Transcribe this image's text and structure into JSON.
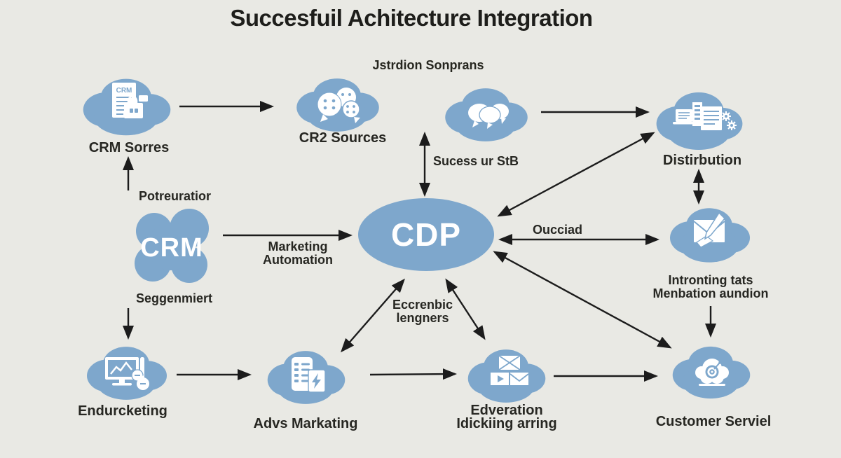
{
  "title": "Succesfuil Achitecture Integration",
  "subtitle": "Jstrdion Sonprans",
  "colors": {
    "background": "#e9e9e4",
    "cloud_blue": "#7ea7cc",
    "icon_white": "#ffffff",
    "arrow_black": "#1c1c1c",
    "text_dark": "#272722"
  },
  "nodes": {
    "crm_sorres": {
      "label": "CRM Sorres",
      "doc_text": "CRM",
      "icon": "crm-document-icon"
    },
    "cr2_sources": {
      "label": "CR2 Sources",
      "icon": "chat-dots-icon"
    },
    "speech": {
      "icon": "speech-bubbles-icon"
    },
    "distirbution": {
      "label": "Distirbution",
      "icon": "laptop-documents-gears-icon"
    },
    "crm": {
      "label": "CRM",
      "caption_above": "Potreuratior",
      "caption_below": "Seggenmiert"
    },
    "cdp": {
      "label": "CDP"
    },
    "intronting": {
      "label_line1": "Intronting tats",
      "label_line2": "Menbation aundion",
      "icon": "envelope-pen-icon"
    },
    "endurcketing": {
      "label": "Endurcketing",
      "icon": "monitor-chart-icon"
    },
    "advs_markating": {
      "label": "Advs Markating",
      "icon": "phone-lightning-icon"
    },
    "edveration": {
      "label_line1": "Edveration",
      "label_line2": "Idickiing arring",
      "icon": "envelopes-icon"
    },
    "customer_serviel": {
      "label": "Customer Serviel",
      "icon": "target-cloud-icon"
    }
  },
  "edge_labels": {
    "sucess": "Sucess ur StB",
    "oucciad": "Oucciad",
    "marketing_line1": "Marketing",
    "marketing_line2": "Automation",
    "eccrenbic_line1": "Eccrenbic",
    "eccrenbic_line2": "lengners"
  }
}
